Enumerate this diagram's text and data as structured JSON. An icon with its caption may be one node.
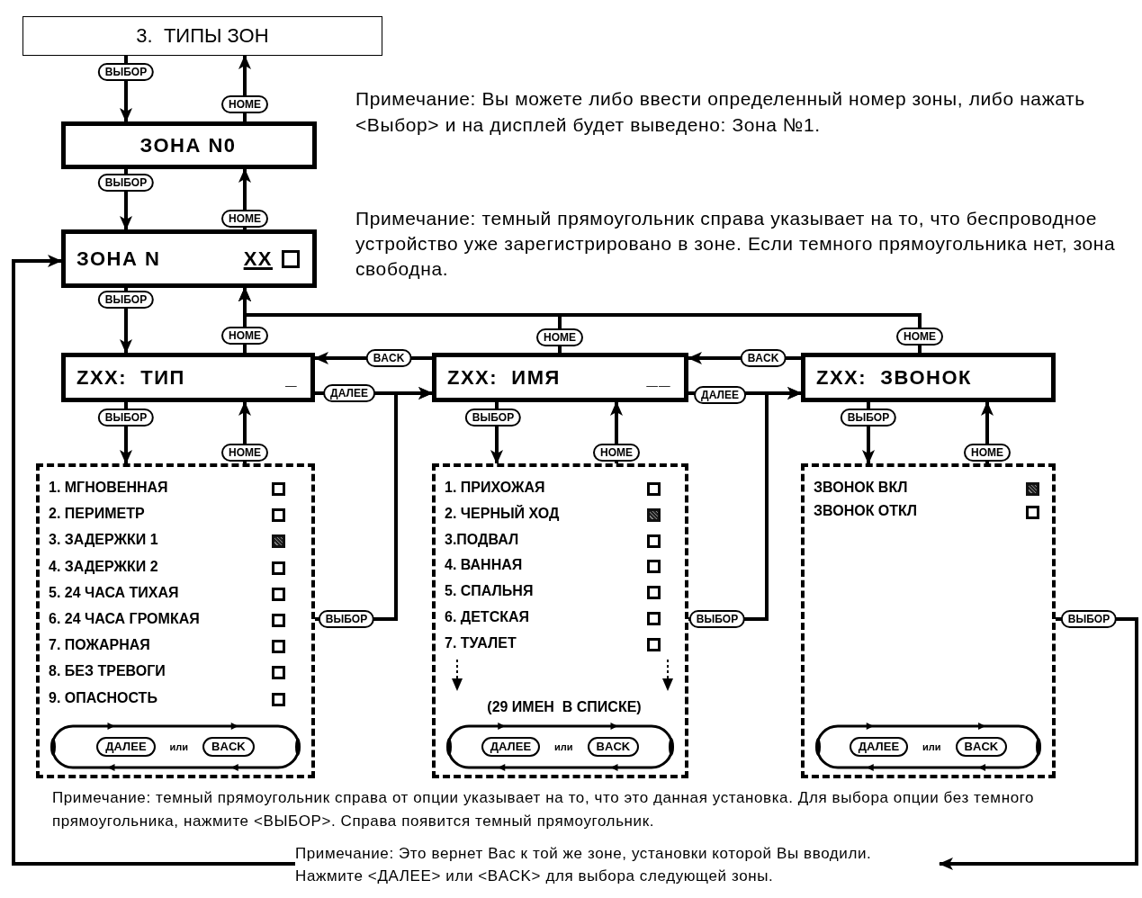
{
  "diagram": {
    "nodes": [
      {
        "text": [
          "3.  ТИПЫ ЗОН"
        ]
      },
      {
        "text": [
          "ЗОНА N0"
        ]
      },
      {
        "text": [
          "ЗОНА N",
          "XX"
        ]
      },
      {
        "text": [
          "ZXX:  ТИП",
          "_"
        ]
      },
      {
        "text": [
          "ZXX:  ИМЯ",
          "__"
        ]
      },
      {
        "text": [
          "ZXX:  ЗВОНОК"
        ]
      },
      {
        "text": [
          "1. МГНОВЕННАЯ",
          "2. ПЕРИМЕТР",
          "3. ЗАДЕРЖКИ 1",
          "4. ЗАДЕРЖКИ 2",
          "5. 24 ЧАСА ТИХАЯ",
          "6. 24 ЧАСА ГРОМКАЯ",
          "7. ПОЖАРНАЯ",
          "8. БЕЗ ТРЕВОГИ",
          "9. ОПАСНОСТЬ"
        ]
      },
      {
        "text": [
          "ДАЛЕЕ",
          "или",
          "BACK"
        ],
        "in": 6
      },
      {
        "text": [
          "1. ПРИХОЖАЯ",
          "2. ЧЕРНЫЙ ХОД",
          "3.ПОДВАЛ",
          "4. ВАННАЯ",
          "5. СПАЛЬНЯ",
          "6. ДЕТСКАЯ",
          "7. ТУАЛЕТ"
        ]
      },
      {
        "text": [
          "ДАЛЕЕ",
          "или",
          "BACK"
        ],
        "in": 8
      },
      {
        "text": [
          "ЗВОНОК ВКЛ",
          "ЗВОНОК ОТКЛ"
        ]
      },
      {
        "text": [
          "ДАЛЕЕ",
          "или",
          "BACK"
        ],
        "in": 10
      },
      {
        "text": [
          "Примечание: Это вернет Вас к той же зоне, установки которой Вы вводили. Нажмите <ДАЛЕЕ> или <BACK> для выбора следующей зоны."
        ]
      }
    ],
    "edges": [
      {
        "from": 0,
        "to": 1,
        "arrow": "to",
        "label": "ВЫБОР"
      },
      {
        "from": 1,
        "to": 0,
        "arrow": "to",
        "label": "HOME"
      },
      {
        "from": 1,
        "to": 2,
        "arrow": "to",
        "label": "ВЫБОР"
      },
      {
        "from": 2,
        "to": 1,
        "arrow": "to",
        "label": "HOME"
      },
      {
        "from": 2,
        "to": 3,
        "arrow": "to",
        "label": "ВЫБОР"
      },
      {
        "from": 3,
        "to": 2,
        "arrow": "to",
        "label": "HOME"
      },
      {
        "from": 4,
        "to": 2,
        "arrow": "to",
        "label": "HOME"
      },
      {
        "from": 5,
        "to": 2,
        "arrow": "to",
        "label": "HOME"
      },
      {
        "from": 4,
        "to": 3,
        "arrow": "to",
        "label": "BACK"
      },
      {
        "from": 3,
        "to": 4,
        "arrow": "to",
        "label": "ДАЛЕЕ"
      },
      {
        "from": 5,
        "to": 4,
        "arrow": "to",
        "label": "BACK"
      },
      {
        "from": 4,
        "to": 5,
        "arrow": "to",
        "label": "ДАЛЕЕ"
      },
      {
        "from": 3,
        "to": 6,
        "arrow": "to",
        "label": "ВЫБОР"
      },
      {
        "from": 6,
        "to": 3,
        "arrow": "to",
        "label": "HOME"
      },
      {
        "from": 4,
        "to": 8,
        "arrow": "to",
        "label": "ВЫБОР"
      },
      {
        "from": 8,
        "to": 4,
        "arrow": "to",
        "label": "HOME"
      },
      {
        "from": 5,
        "to": 10,
        "arrow": "to",
        "label": "ВЫБОР"
      },
      {
        "from": 10,
        "to": 5,
        "arrow": "to",
        "label": "HOME"
      },
      {
        "from": 6,
        "to": 4,
        "arrow": "to",
        "label": "ВЫБОР"
      },
      {
        "from": 8,
        "to": 5,
        "arrow": "to",
        "label": "ВЫБОР"
      },
      {
        "from": 10,
        "to": 12,
        "arrow": "to",
        "label": "ВЫБОР"
      },
      {
        "from": 12,
        "to": 2,
        "arrow": "to"
      }
    ],
    "labels": [
      "Примечание: Вы можете либо ввести определенный номер зоны, либо нажать <Выбор> и на дисплей будет выведено: Зона №1.",
      "Примечание: темный прямоугольник справа указывает на то, что беспроводное устройство  уже  зарегистрировано в зоне. Если темного прямоугольника нет, зона свободна.",
      "(29 ИМЕН  В СПИСКЕ)",
      "Примечание: темный прямоугольник справа от опции указывает на то, что это данная установка. Для выбора опции без темного прямоугольника, нажмите <ВЫБОР>. Справа появится темный прямоугольник."
    ]
  }
}
